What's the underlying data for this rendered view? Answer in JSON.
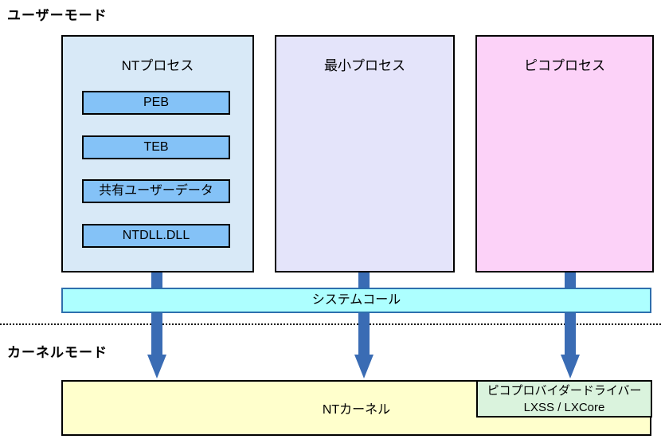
{
  "labels": {
    "user_mode": "ユーザーモード",
    "kernel_mode": "カーネルモード"
  },
  "diagram": {
    "processes": [
      {
        "title": "NTプロセス",
        "components": [
          "PEB",
          "TEB",
          "共有ユーザーデータ",
          "NTDLL.DLL"
        ]
      },
      {
        "title": "最小プロセス",
        "components": []
      },
      {
        "title": "ピコプロセス",
        "components": []
      }
    ],
    "system_call_label": "システムコール",
    "kernel": {
      "title": "NTカーネル",
      "pico_driver_line1": "ピコプロバイダードライバー",
      "pico_driver_line2": "LXSS / LXCore"
    }
  },
  "colors": {
    "nt_process_fill": "#d8e9f7",
    "component_fill": "#84c2f7",
    "minimal_process_fill": "#e4e4fa",
    "pico_process_fill": "#fcd2f8",
    "system_call_fill": "#adffff",
    "system_call_border": "#2e6fad",
    "arrow": "#3a6cb4",
    "nt_kernel_fill": "#ffffcc",
    "pico_driver_fill": "#daf3dd",
    "box_border": "#000000"
  }
}
